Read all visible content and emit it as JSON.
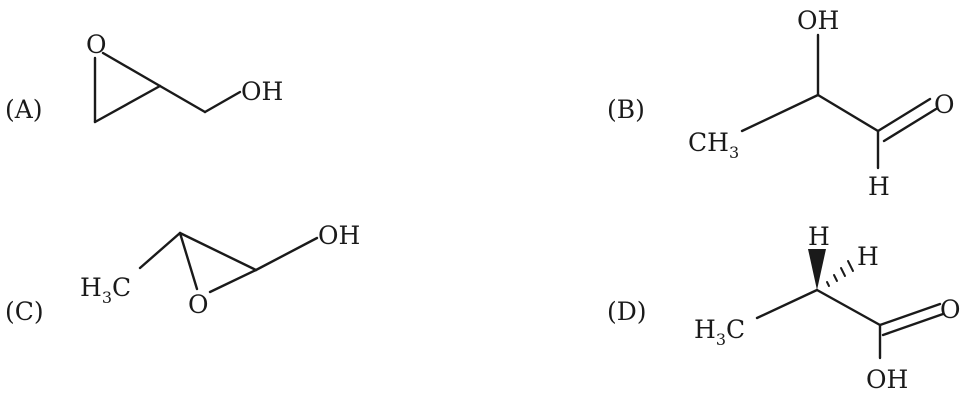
{
  "molecules": [
    {
      "label": "(A)",
      "atoms": {
        "o_ring": "O",
        "oh": "OH"
      }
    },
    {
      "label": "(B)",
      "atoms": {
        "oh": "OH",
        "ch3_main": "CH",
        "ch3_sub": "3",
        "o": "O",
        "h": "H"
      }
    },
    {
      "label": "(C)",
      "atoms": {
        "h3c_h": "H",
        "h3c_sub": "3",
        "h3c_c": "C",
        "o_ring": "O",
        "oh": "OH"
      }
    },
    {
      "label": "(D)",
      "atoms": {
        "h_top": "H",
        "h_right": "H",
        "h3c_h": "H",
        "h3c_sub": "3",
        "h3c_c": "C",
        "o": "O",
        "oh": "OH"
      }
    }
  ]
}
